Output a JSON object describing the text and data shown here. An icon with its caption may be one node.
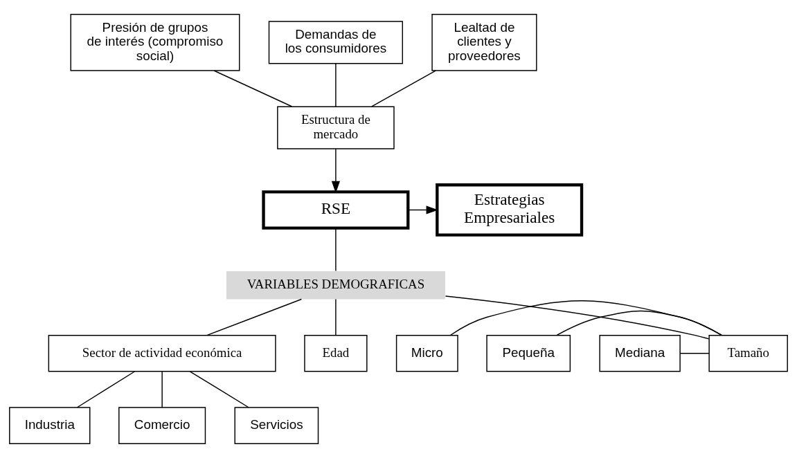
{
  "diagram": {
    "nodes": [
      {
        "text": [
          "Presión de grupos de interés (compromiso social)"
        ]
      },
      {
        "text": [
          "Demandas de los consumidores"
        ]
      },
      {
        "text": [
          "Lealtad de clientes y proveedores"
        ]
      },
      {
        "text": [
          "Estructura de mercado"
        ]
      },
      {
        "text": [
          "RSE"
        ]
      },
      {
        "text": [
          "Estrategias Empresariales"
        ]
      },
      {
        "text": [
          "VARIABLES DEMOGRAFICAS"
        ]
      },
      {
        "text": [
          "Micro"
        ]
      },
      {
        "text": [
          "Pequeña"
        ]
      },
      {
        "text": [
          "Mediana"
        ]
      },
      {
        "text": [
          "Tamaño"
        ]
      },
      {
        "text": [
          "Sector de actividad económica"
        ]
      },
      {
        "text": [
          "Edad"
        ]
      },
      {
        "text": [
          "Industria"
        ]
      },
      {
        "text": [
          "Comercio"
        ]
      },
      {
        "text": [
          "Servicios"
        ]
      }
    ],
    "edges": [
      {
        "from": 0,
        "to": 3,
        "arrow": "none"
      },
      {
        "from": 1,
        "to": 3,
        "arrow": "none"
      },
      {
        "from": 2,
        "to": 3,
        "arrow": "none"
      },
      {
        "from": 3,
        "to": 4,
        "arrow": "to"
      },
      {
        "from": 4,
        "to": 5,
        "arrow": "to"
      },
      {
        "from": 4,
        "to": 6,
        "arrow": "none"
      },
      {
        "from": 6,
        "to": 10,
        "arrow": "none"
      },
      {
        "from": 6,
        "to": 11,
        "arrow": "none"
      },
      {
        "from": 6,
        "to": 12,
        "arrow": "none"
      },
      {
        "from": 7,
        "to": 10,
        "arrow": "none"
      },
      {
        "from": 8,
        "to": 10,
        "arrow": "none"
      },
      {
        "from": 9,
        "to": 10,
        "arrow": "none"
      },
      {
        "from": 11,
        "to": 13,
        "arrow": "none"
      },
      {
        "from": 11,
        "to": 14,
        "arrow": "none"
      },
      {
        "from": 11,
        "to": 15,
        "arrow": "none"
      }
    ]
  }
}
